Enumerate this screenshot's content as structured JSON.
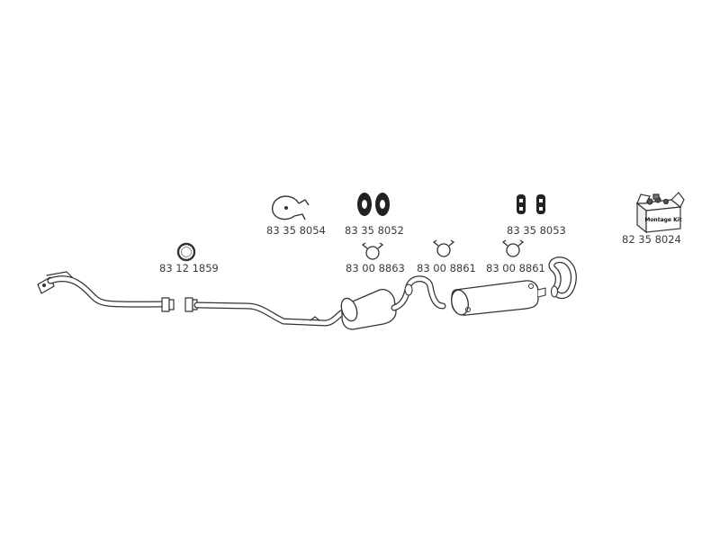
{
  "parts": {
    "hanger_ring": "83 35 8054",
    "rubber_mount_double": "83 35 8052",
    "rubber_mount_small": "83 35 8053",
    "mounting_kit": "82 35 8024",
    "gasket_ring": "83 12 1859",
    "clamp_front": "83 00 8863",
    "clamp_middle": "83 00 8861",
    "clamp_rear": "83 00 8861"
  },
  "kit_box_text": "Montage Kit"
}
